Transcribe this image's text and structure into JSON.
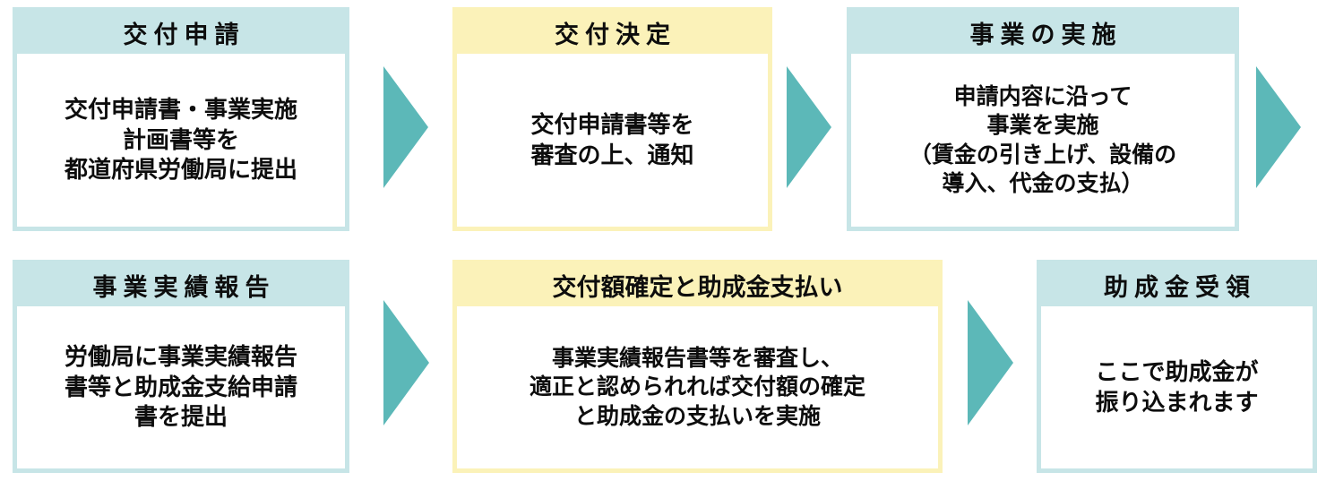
{
  "diagram": {
    "type": "process-flow",
    "title_visible": false,
    "palette": {
      "teal_band": "#c7e5e7",
      "yellow_band": "#fbf2b9",
      "arrow_teal": "#5cb8b8",
      "body_bg": "#ffffff",
      "text": "#0d0d0d"
    },
    "steps": [
      {
        "id": "step-1",
        "header": "交付申請",
        "body": "交付申請書・事業実施\n計画書等を\n都道府県労働局に提出",
        "accent": "teal",
        "row": 1
      },
      {
        "id": "step-2",
        "header": "交付決定",
        "body": "交付申請書等を\n審査の上、通知",
        "accent": "yellow",
        "row": 1
      },
      {
        "id": "step-3",
        "header": "事業の実施",
        "body": "申請内容に沿って\n事業を実施\n（賃金の引き上げ、設備の\n導入、代金の支払）",
        "accent": "teal",
        "row": 1
      },
      {
        "id": "step-4",
        "header": "事業実績報告",
        "body": "労働局に事業実績報告\n書等と助成金支給申請\n書を提出",
        "accent": "teal",
        "row": 2
      },
      {
        "id": "step-5",
        "header": "交付額確定と助成金支払い",
        "body": "事業実績報告書等を審査し、\n適正と認められれば交付額の確定\nと助成金の支払いを実施",
        "accent": "yellow",
        "row": 2
      },
      {
        "id": "step-6",
        "header": "助成金受領",
        "body": "ここで助成金が\n振り込まれます",
        "accent": "teal",
        "row": 2
      }
    ],
    "arrows": [
      {
        "id": "arrow-1",
        "from": "step-1",
        "to": "step-2",
        "direction": "right"
      },
      {
        "id": "arrow-2",
        "from": "step-2",
        "to": "step-3",
        "direction": "right"
      },
      {
        "id": "arrow-3",
        "from": "step-3",
        "to": "step-4",
        "direction": "right"
      },
      {
        "id": "arrow-4",
        "from": "step-4",
        "to": "step-5",
        "direction": "right"
      },
      {
        "id": "arrow-5",
        "from": "step-5",
        "to": "step-6",
        "direction": "right"
      }
    ]
  }
}
